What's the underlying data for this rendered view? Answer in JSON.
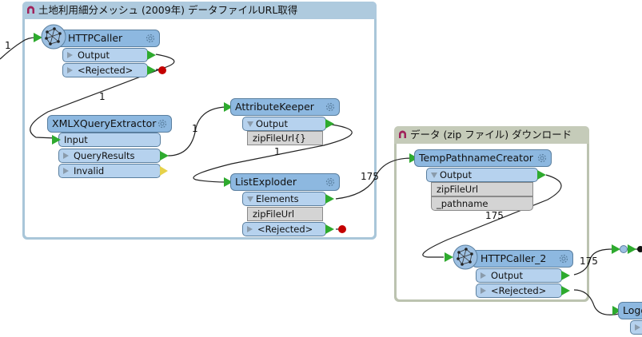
{
  "bookmarks": [
    {
      "title": "土地利用細分メッシュ (2009年) データファイルURL取得",
      "icon": "bookmark-icon",
      "color": "#aecade"
    },
    {
      "title": "データ (zip ファイル) ダウンロード",
      "icon": "bookmark-icon",
      "color": "#c5cbb9"
    }
  ],
  "transformers": {
    "httpcaller": {
      "name": "HTTPCaller",
      "ports": [
        "Output",
        "<Rejected>"
      ]
    },
    "xmlxquery": {
      "name": "XMLXQueryExtractor",
      "input": "Input",
      "ports": [
        "QueryResults",
        "Invalid"
      ]
    },
    "attributekeeper": {
      "name": "AttributeKeeper",
      "ports": [
        "Output"
      ],
      "attributes": [
        "zipFileUrl{}"
      ]
    },
    "listexploder": {
      "name": "ListExploder",
      "ports": [
        "Elements",
        "<Rejected>"
      ],
      "attributes": [
        "zipFileUrl"
      ]
    },
    "temppathname": {
      "name": "TempPathnameCreator",
      "ports": [
        "Output"
      ],
      "attributes": [
        "zipFileUrl",
        "_pathname"
      ]
    },
    "httpcaller2": {
      "name": "HTTPCaller_2",
      "ports": [
        "Output",
        "<Rejected>"
      ]
    },
    "logger": {
      "name": "Logg"
    }
  },
  "connection_counts": {
    "into_httpcaller": "1",
    "httpcaller_to_xmlx": "1",
    "xmlx_to_attributekeeper": "1",
    "attributekeeper_to_listexploder": "1",
    "listexploder_to_temppath": "175",
    "temppath_to_httpcaller2": "175",
    "httpcaller2_output": "175"
  },
  "colors": {
    "transformer_fill": "#8db8e0",
    "port_fill": "#b6d2ee",
    "attribute_fill": "#d4d4d4",
    "output_port_arrow": "#2eaa2e",
    "invalid_port_arrow": "#e6d24a",
    "rejected_terminator": "#c40000"
  }
}
